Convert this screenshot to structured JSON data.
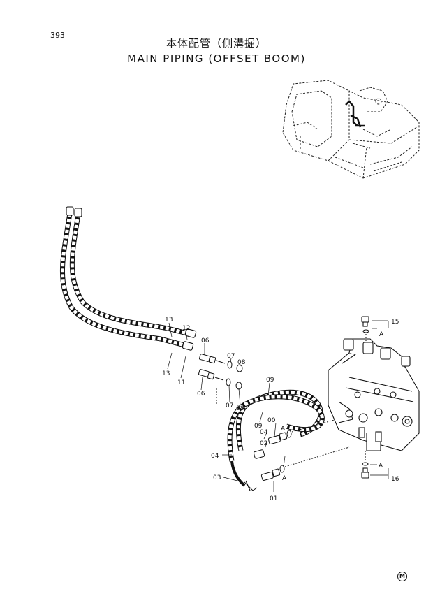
{
  "page": {
    "page_number": "393",
    "title_jp": "本体配管（側溝掘）",
    "title_en": "MAIN PIPING (OFFSET BOOM)",
    "maker_mark": "M"
  },
  "callouts": {
    "c13a": "13",
    "c12": "12",
    "c06a": "06",
    "c07a": "07",
    "c08a": "08",
    "c13b": "13",
    "c11": "11",
    "c06b": "06",
    "c07b": "07",
    "c08b": "08",
    "c09a": "09",
    "c09b": "09",
    "c00": "00",
    "cA1": "A",
    "c04a": "04",
    "c02": "02",
    "c04b": "04",
    "c03": "03",
    "cA2": "A",
    "c01": "01",
    "c15": "15",
    "cA3": "A",
    "cA4": "A",
    "c16": "16"
  }
}
